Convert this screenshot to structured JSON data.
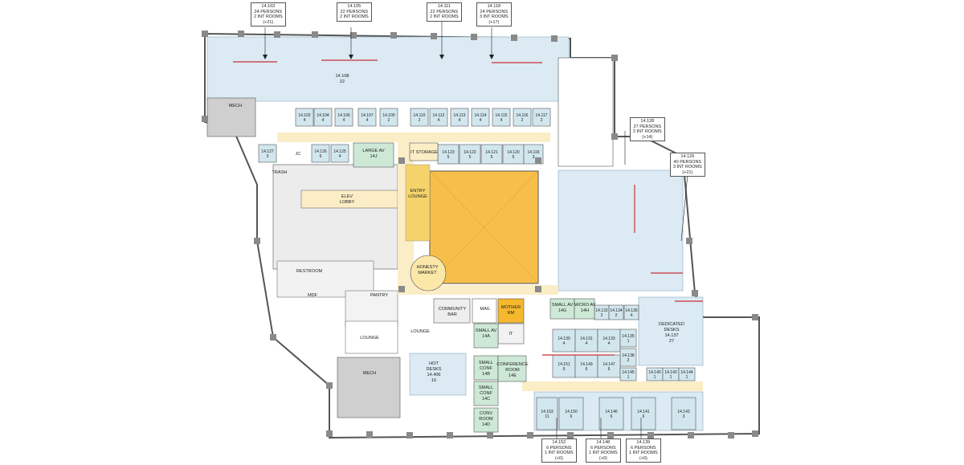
{
  "callouts": {
    "c103": {
      "id": "14.103",
      "persons": "24 PERSONS",
      "rooms": "2 INT ROOMS",
      "delta": "(+21)"
    },
    "c105": {
      "id": "14.105",
      "persons": "22 PERSONS",
      "rooms": "2 INT ROOMS",
      "delta": ""
    },
    "c111": {
      "id": "14.111",
      "persons": "22 PERSONS",
      "rooms": "2 INT ROOMS",
      "delta": ""
    },
    "c118": {
      "id": "14.118",
      "persons": "24 PERSONS",
      "rooms": "3 INT ROOMS",
      "delta": "(+17)"
    },
    "c128": {
      "id": "14.128",
      "persons": "27 PERSONS",
      "rooms": "2 INT ROOMS",
      "delta": "(+14)"
    },
    "c129": {
      "id": "14.129",
      "persons": "40 PERSONS",
      "rooms": "3 INT ROOMS",
      "delta": "(+21)"
    },
    "c152": {
      "id": "14.152",
      "persons": "6 PERSONS",
      "rooms": "1 INT ROOMS",
      "delta": "(+0)"
    },
    "c148": {
      "id": "14.148",
      "persons": "6 PERSONS",
      "rooms": "1 INT ROOMS",
      "delta": "(+0)"
    },
    "c139": {
      "id": "14.139",
      "persons": "6 PERSONS",
      "rooms": "1 INT ROOMS",
      "delta": "(+0)"
    }
  },
  "labels": {
    "mech_top": "MECH",
    "mech_bottom": "MECH",
    "jc": "JC",
    "trash": "TRASH",
    "elev_lobby_1": "ELEV",
    "elev_lobby_2": "LOBBY",
    "restroom": "RESTROOM",
    "mdf": "MDF",
    "pantry": "PANTRY",
    "lounge_left": "LOUNGE",
    "entry_1": "ENTRY",
    "entry_2": "LOUNGE",
    "honesty_1": "HONESTY",
    "honesty_2": "MARKET",
    "it_storage": "IT STORAGE",
    "large_av": "LARGE AV",
    "large_av_n": "14J",
    "community_1": "COMMUNITY",
    "community_2": "BAR",
    "mail": "MAIL",
    "mother_1": "MOTHER",
    "mother_2": "RM",
    "it": "IT",
    "lounge_center": "LOUNGE",
    "hot_1": "HOT",
    "hot_2": "DESKS",
    "hot_3": "14.406",
    "hot_4": "16",
    "small_av_1": "SMALL AV",
    "small_av_2": "14A",
    "small_conf_1": "SMALL",
    "small_conf_2": "CONF",
    "small_conf_3": "14B",
    "conference_1": "CONFERENCE",
    "conference_2": "ROOM",
    "conference_3": "14E",
    "small_conf2_1": "SMALL",
    "small_conf2_2": "CONF",
    "small_conf2_3": "14C",
    "conv_1": "CONV",
    "conv_2": "ROOM",
    "conv_3": "14D",
    "small_av2_1": "SMALL AV",
    "small_av2_2": "14G",
    "micro_av_1": "MICRO AV",
    "micro_av_2": "14H",
    "dedicated_1": "DEDICATED",
    "dedicated_2": "DESKS",
    "dedicated_3": "14.137",
    "dedicated_4": "27",
    "open_108_1": "14.108",
    "open_108_2": "22"
  },
  "rooms": [
    {
      "id": "14.102",
      "n": "4"
    },
    {
      "id": "14.104",
      "n": "4"
    },
    {
      "id": "14.106",
      "n": "4"
    },
    {
      "id": "14.107",
      "n": "4"
    },
    {
      "id": "14.109",
      "n": "2"
    },
    {
      "id": "14.110",
      "n": "2"
    },
    {
      "id": "14.112",
      "n": "4"
    },
    {
      "id": "14.113",
      "n": "4"
    },
    {
      "id": "14.114",
      "n": "4"
    },
    {
      "id": "14.115",
      "n": "4"
    },
    {
      "id": "14.116",
      "n": "2"
    },
    {
      "id": "14.117",
      "n": "2"
    },
    {
      "id": "14.127",
      "n": "3"
    },
    {
      "id": "14.126",
      "n": "6"
    },
    {
      "id": "14.125",
      "n": "4"
    },
    {
      "id": "14.123",
      "n": "5"
    },
    {
      "id": "14.122",
      "n": "5"
    },
    {
      "id": "14.121",
      "n": "5"
    },
    {
      "id": "14.120",
      "n": "5"
    },
    {
      "id": "14.119",
      "n": "3"
    },
    {
      "id": "14.132",
      "n": "2"
    },
    {
      "id": "14.134",
      "n": "2"
    },
    {
      "id": "14.136",
      "n": "4"
    },
    {
      "id": "14.130",
      "n": "4"
    },
    {
      "id": "14.131",
      "n": "4"
    },
    {
      "id": "14.133",
      "n": "4"
    },
    {
      "id": "14.135",
      "n": "1"
    },
    {
      "id": "14.138",
      "n": "2"
    },
    {
      "id": "14.151",
      "n": "6"
    },
    {
      "id": "14.149",
      "n": "6"
    },
    {
      "id": "14.147",
      "n": "6"
    },
    {
      "id": "14.145",
      "n": "1"
    },
    {
      "id": "14.140",
      "n": "1"
    },
    {
      "id": "14.142",
      "n": "1"
    },
    {
      "id": "14.144",
      "n": "1"
    },
    {
      "id": "14.153",
      "n": "11"
    },
    {
      "id": "14.150",
      "n": "6"
    },
    {
      "id": "14.146",
      "n": "6"
    },
    {
      "id": "14.141",
      "n": "6"
    },
    {
      "id": "14.143",
      "n": "3"
    }
  ],
  "colors": {
    "open_office": "#dbeaf3",
    "office_room": "#d2e6ee",
    "conference": "#cde9d6",
    "amenity": "#fbedc6",
    "core": "#e6e6e6",
    "mech": "#cfcfcf",
    "atrium": "#f7bf4a",
    "highlight": "#f5b82e",
    "red_line": "#c8323c",
    "wall": "#555555"
  }
}
